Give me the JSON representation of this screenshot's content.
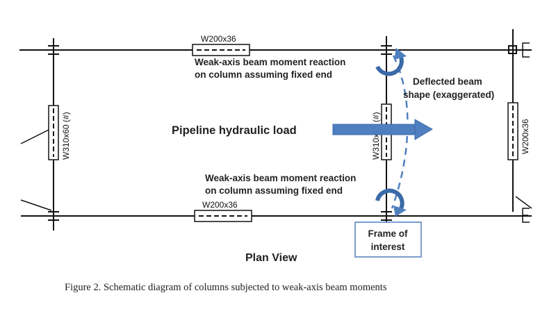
{
  "labels": {
    "beam_top": "W200x36",
    "beam_bottom": "W200x36",
    "col_left": "W310x60 (#)",
    "col_mid": "W310x60 (#)",
    "col_right": "W200x36",
    "moment_top_line1": "Weak-axis beam moment reaction",
    "moment_top_line2": "on column assuming fixed end",
    "moment_bottom_line1": "Weak-axis beam moment reaction",
    "moment_bottom_line2": "on column assuming fixed end",
    "deflected_line1": "Deflected beam",
    "deflected_line2": "shape (exaggerated)",
    "load": "Pipeline hydraulic load",
    "frame_line1": "Frame of",
    "frame_line2": "interest",
    "plan_view": "Plan View"
  },
  "caption": "Figure 2.  Schematic diagram of columns subjected to weak-axis beam moments",
  "colors": {
    "arrow": "#4f7fbf",
    "arrow_stroke": "#3a6aa8",
    "line": "#111111",
    "frame_box": "#4f7fbf"
  }
}
